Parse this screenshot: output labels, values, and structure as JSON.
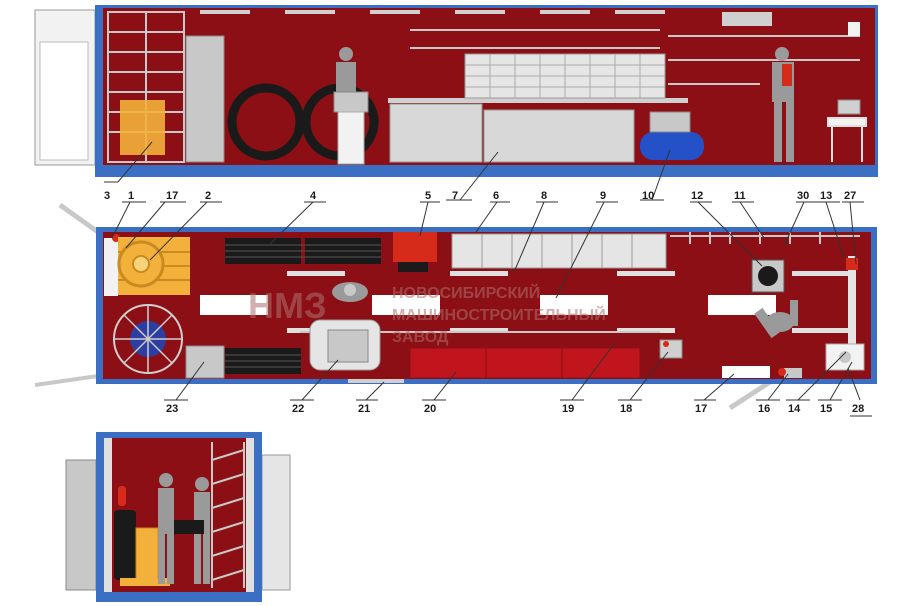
{
  "colors": {
    "interior": "#8b0f14",
    "wall": "#3a6fc4",
    "steel": "#c8c8c8",
    "steel_dark": "#9a9a9a",
    "pallet": "#f3b13b",
    "tank": "#2450c8",
    "red_unit": "#d62a1a",
    "cabinet": "#c0151c"
  },
  "watermark": {
    "logo": "НМЗ",
    "line1": "НОВОСИБИРСКИЙ",
    "line2": "МАШИНОСТРОИТЕЛЬНЫЙ",
    "line3": "ЗАВОД"
  },
  "labels": {
    "l1": "1",
    "l2": "2",
    "l3": "3",
    "l4": "4",
    "l5": "5",
    "l6": "6",
    "l7": "7",
    "l8": "8",
    "l9": "9",
    "l10": "10",
    "l11": "11",
    "l12": "12",
    "l13": "13",
    "l14": "14",
    "l15": "15",
    "l16": "16",
    "l17a": "17",
    "l17b": "17",
    "l18": "18",
    "l19": "19",
    "l20": "20",
    "l21": "21",
    "l22": "22",
    "l23": "23",
    "l27": "27",
    "l28": "28",
    "l30": "30"
  }
}
